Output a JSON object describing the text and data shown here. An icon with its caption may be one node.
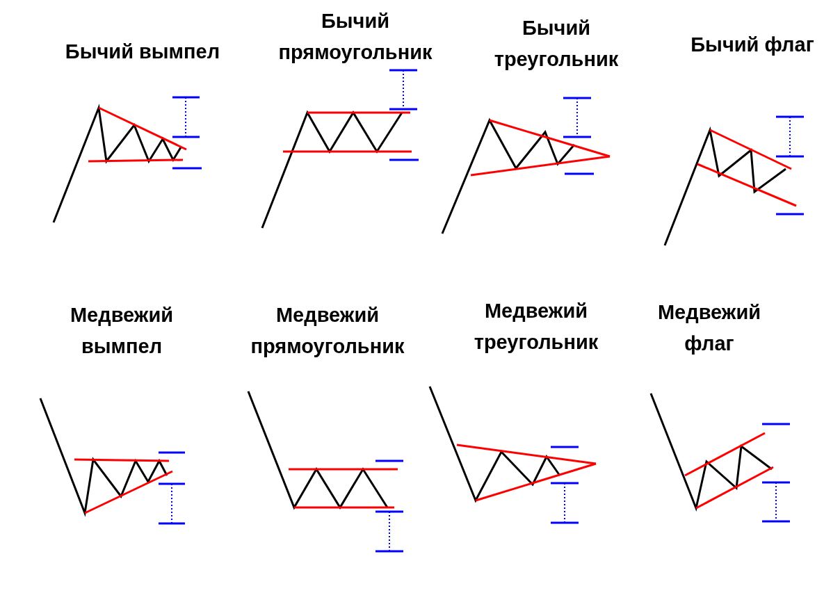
{
  "diagram": {
    "labels": [
      "Бычий вымпел",
      "Бычий прямоугольник",
      "Бычий треугольник",
      "Бычий флаг",
      "Медвежий вымпел",
      "Медвежий прямоугольник",
      "Медвежий треугольник",
      "Медвежий флаг"
    ]
  }
}
